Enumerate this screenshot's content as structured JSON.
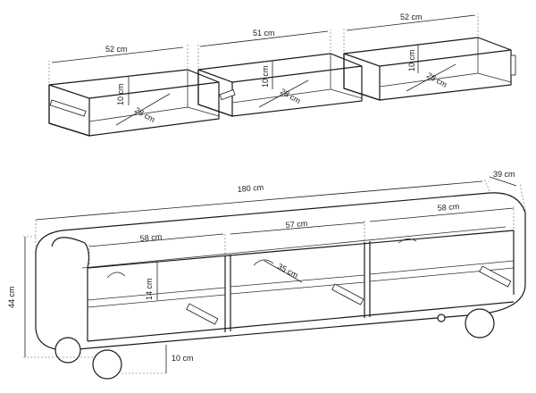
{
  "drawers": [
    {
      "width_label": "52 cm",
      "height_label": "10 cm",
      "depth_label": "28 cm"
    },
    {
      "width_label": "51 cm",
      "height_label": "10 cm",
      "depth_label": "28 cm"
    },
    {
      "width_label": "52 cm",
      "height_label": "10 cm",
      "depth_label": "28 cm"
    }
  ],
  "cabinet": {
    "total_width_label": "180 cm",
    "depth_label": "39 cm",
    "height_label": "44 cm",
    "compartments": [
      "58 cm",
      "57 cm",
      "58 cm"
    ],
    "shelf_height_label": "14 cm",
    "shelf_depth_label": "35 cm",
    "leg_height_label": "10 cm"
  }
}
